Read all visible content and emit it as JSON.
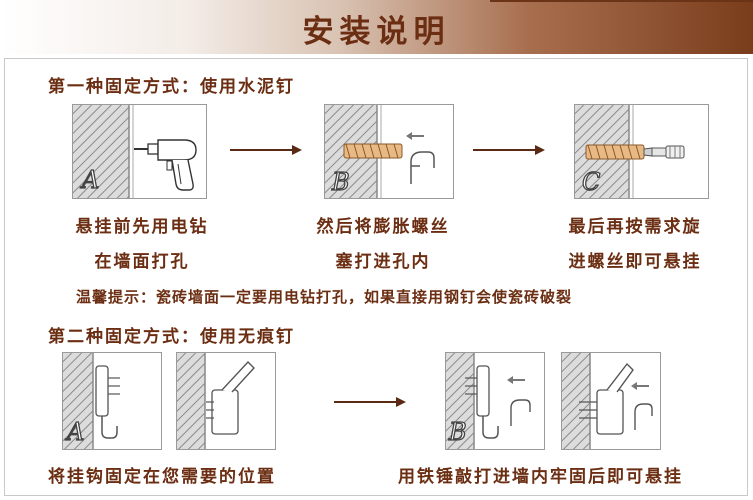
{
  "title": "安装说明",
  "section1": {
    "heading": "第一种固定方式：使用水泥钉",
    "steps": [
      {
        "letter": "A",
        "caption_line1": "悬挂前先用电钻",
        "caption_line2": "在墙面打孔"
      },
      {
        "letter": "B",
        "caption_line1": "然后将膨胀螺丝",
        "caption_line2": "塞打进孔内"
      },
      {
        "letter": "C",
        "caption_line1": "最后再按需求旋",
        "caption_line2": "进螺丝即可悬挂"
      }
    ],
    "tip": "温馨提示：瓷砖墙面一定要用电钻打孔，如果直接用钢钉会使瓷砖破裂"
  },
  "section2": {
    "heading": "第二种固定方式：使用无痕钉",
    "steps": [
      {
        "letter": "A",
        "caption": "将挂钩固定在您需要的位置"
      },
      {
        "letter": "B",
        "caption": "用铁锤敲打进墙内牢固后即可悬挂"
      }
    ]
  },
  "colors": {
    "text": "#6b2e12",
    "banner_dark": "#7a3d1c",
    "arrow": "#5a2a14",
    "wall_hatch": "#8a8a8a"
  }
}
